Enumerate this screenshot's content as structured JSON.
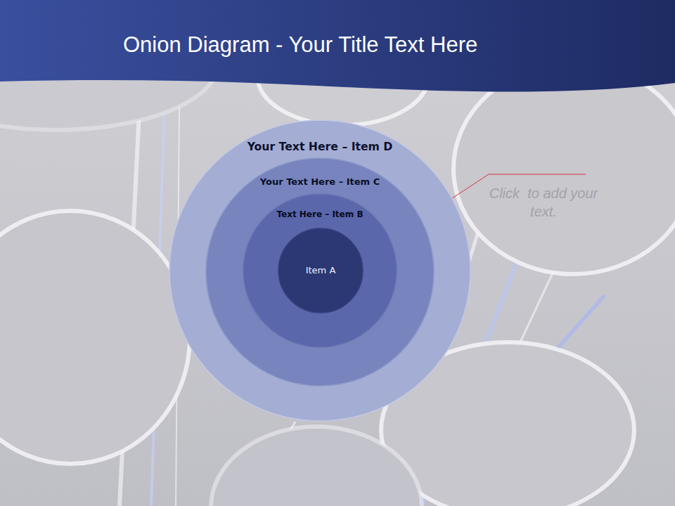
{
  "diagram": {
    "title": "Onion Diagram - Your Title Text Here",
    "nodes": [
      {
        "text": [
          "Your Text Here – Item D"
        ]
      },
      {
        "text": [
          "Your Text Here – Item C"
        ],
        "in": 0
      },
      {
        "text": [
          "Text Here – Item B"
        ],
        "in": 1
      },
      {
        "text": [
          "Item A"
        ],
        "in": 2
      }
    ],
    "labels": [
      "Click  to add your text."
    ]
  }
}
